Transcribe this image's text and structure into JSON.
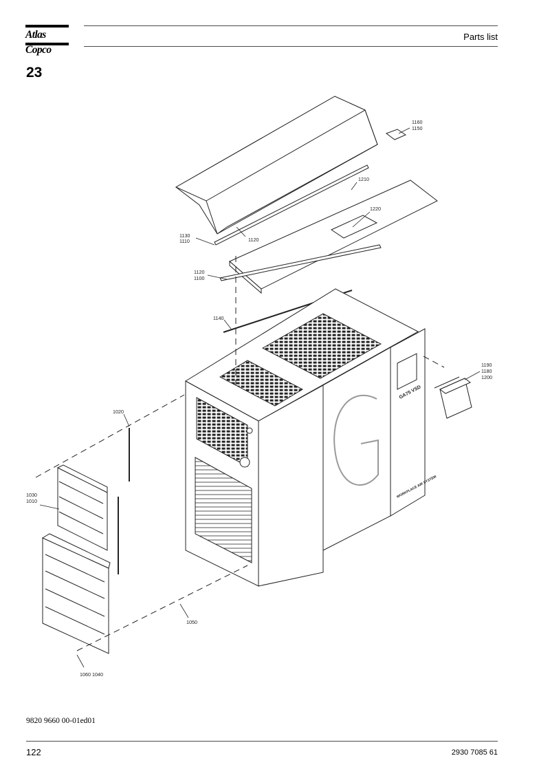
{
  "header": {
    "brand": "Atlas Copco",
    "title": "Parts list"
  },
  "section_number": "23",
  "drawing": {
    "callouts": [
      "1160",
      "1150",
      "1210",
      "1220",
      "1130",
      "1110",
      "1120",
      "1120",
      "1100",
      "1140",
      "1190",
      "1180",
      "1200",
      "1020",
      "1030",
      "1010",
      "1050",
      "1060 1040"
    ],
    "unit_branding": [
      "GA75 VSD",
      "WORKPLACE AIR SYSTEM"
    ]
  },
  "footer": {
    "doc_ref": "9820 9660 00-01ed01",
    "page_number": "122",
    "doc_number": "2930 7085 61"
  }
}
